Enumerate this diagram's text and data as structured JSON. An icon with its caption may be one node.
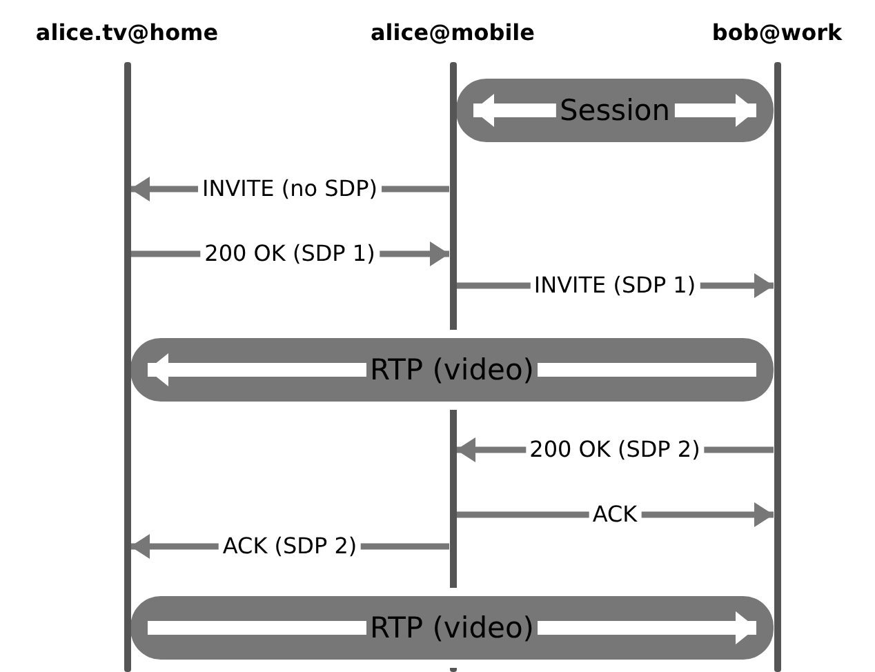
{
  "diagram": {
    "nodes": [
      {
        "text": [
          "alice.tv@home"
        ]
      },
      {
        "text": [
          "alice@mobile"
        ]
      },
      {
        "text": [
          "bob@work"
        ]
      }
    ],
    "edges": [
      {
        "from": 1,
        "to": 2,
        "arrow": "both",
        "label": "Session",
        "style": "thick",
        "color": "#ffffff"
      },
      {
        "from": 1,
        "to": 0,
        "arrow": "to",
        "label": "INVITE (no SDP)"
      },
      {
        "from": 0,
        "to": 1,
        "arrow": "to",
        "label": "200 OK (SDP 1)"
      },
      {
        "from": 1,
        "to": 2,
        "arrow": "to",
        "label": "INVITE (SDP 1)"
      },
      {
        "from": 2,
        "to": 0,
        "arrow": "to",
        "label": "RTP (video)",
        "style": "thick",
        "color": "#ffffff"
      },
      {
        "from": 2,
        "to": 1,
        "arrow": "to",
        "label": "200 OK (SDP 2)"
      },
      {
        "from": 1,
        "to": 2,
        "arrow": "to",
        "label": "ACK"
      },
      {
        "from": 1,
        "to": 0,
        "arrow": "to",
        "label": "ACK (SDP 2)"
      },
      {
        "from": 0,
        "to": 2,
        "arrow": "to",
        "label": "RTP (video)",
        "style": "thick",
        "color": "#ffffff"
      }
    ]
  }
}
